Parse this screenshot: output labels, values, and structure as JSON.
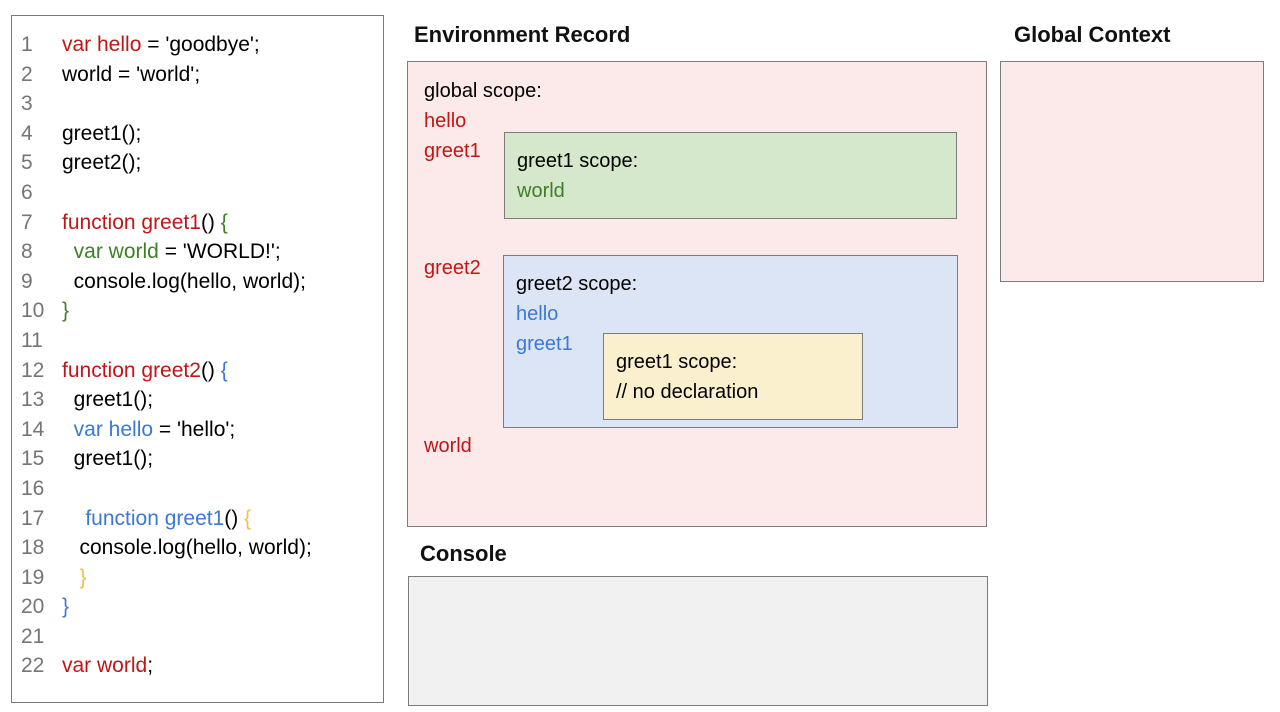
{
  "headings": {
    "environment_record": "Environment Record",
    "global_context": "Global Context",
    "console": "Console"
  },
  "colors": {
    "code_red": "#c11616",
    "code_green": "#3f8026",
    "code_blue": "#3c78d8",
    "code_gold": "#f0c24b",
    "line_number_gray": "#757575",
    "global_scope_bg": "#fce9e9",
    "greet1_scope_bg": "#d5e8cc",
    "greet2_scope_bg": "#dbe5f5",
    "inner_greet1_scope_bg": "#fbf0cd",
    "console_bg": "#f1f1f1",
    "box_border": "#7c7c7c"
  },
  "code": {
    "lines": [
      {
        "num": "1",
        "tokens": [
          {
            "text": "var hello",
            "color": "red"
          },
          {
            "text": " = 'goodbye';",
            "color": "plain"
          }
        ]
      },
      {
        "num": "2",
        "tokens": [
          {
            "text": "world = 'world';",
            "color": "plain"
          }
        ]
      },
      {
        "num": "3",
        "tokens": []
      },
      {
        "num": "4",
        "tokens": [
          {
            "text": "greet1();",
            "color": "plain"
          }
        ]
      },
      {
        "num": "5",
        "tokens": [
          {
            "text": "greet2();",
            "color": "plain"
          }
        ]
      },
      {
        "num": "6",
        "tokens": []
      },
      {
        "num": "7",
        "tokens": [
          {
            "text": "function greet1",
            "color": "red"
          },
          {
            "text": "() ",
            "color": "plain"
          },
          {
            "text": "{",
            "color": "green"
          }
        ]
      },
      {
        "num": "8",
        "tokens": [
          {
            "text": "  ",
            "color": "plain"
          },
          {
            "text": "var world",
            "color": "green"
          },
          {
            "text": " = 'WORLD!';",
            "color": "plain"
          }
        ]
      },
      {
        "num": "9",
        "tokens": [
          {
            "text": "  console.log(hello, world);",
            "color": "plain"
          }
        ]
      },
      {
        "num": "10",
        "tokens": [
          {
            "text": "}",
            "color": "green"
          }
        ]
      },
      {
        "num": "11",
        "tokens": []
      },
      {
        "num": "12",
        "tokens": [
          {
            "text": "function greet2",
            "color": "red"
          },
          {
            "text": "() ",
            "color": "plain"
          },
          {
            "text": "{",
            "color": "blue"
          }
        ]
      },
      {
        "num": "13",
        "tokens": [
          {
            "text": "  greet1();",
            "color": "plain"
          }
        ]
      },
      {
        "num": "14",
        "tokens": [
          {
            "text": "  ",
            "color": "plain"
          },
          {
            "text": "var hello",
            "color": "blue"
          },
          {
            "text": " = 'hello';",
            "color": "plain"
          }
        ]
      },
      {
        "num": "15",
        "tokens": [
          {
            "text": "  greet1();",
            "color": "plain"
          }
        ]
      },
      {
        "num": "16",
        "tokens": []
      },
      {
        "num": "17",
        "tokens": [
          {
            "text": "    ",
            "color": "plain"
          },
          {
            "text": "function greet1",
            "color": "blue"
          },
          {
            "text": "() ",
            "color": "plain"
          },
          {
            "text": "{",
            "color": "gold"
          }
        ]
      },
      {
        "num": "18",
        "tokens": [
          {
            "text": "   console.log(hello, world);",
            "color": "plain"
          }
        ]
      },
      {
        "num": "19",
        "tokens": [
          {
            "text": "   ",
            "color": "plain"
          },
          {
            "text": "}",
            "color": "gold"
          }
        ]
      },
      {
        "num": "20",
        "tokens": [
          {
            "text": "}",
            "color": "blue"
          }
        ]
      },
      {
        "num": "21",
        "tokens": []
      },
      {
        "num": "22",
        "tokens": [
          {
            "text": "var world",
            "color": "red"
          },
          {
            "text": ";",
            "color": "plain"
          }
        ]
      }
    ]
  },
  "environment_record": {
    "scope_label": "global scope:",
    "vars": [
      "hello",
      "greet1",
      "greet2",
      "world"
    ],
    "greet1_scope": {
      "scope_label": "greet1 scope:",
      "vars": [
        "world"
      ]
    },
    "greet2_scope": {
      "scope_label": "greet2 scope:",
      "vars": [
        "hello",
        "greet1"
      ],
      "inner_greet1_scope": {
        "scope_label": "greet1 scope:",
        "comment": "// no declaration"
      }
    }
  },
  "global_context": {
    "contents": ""
  },
  "console": {
    "contents": ""
  }
}
